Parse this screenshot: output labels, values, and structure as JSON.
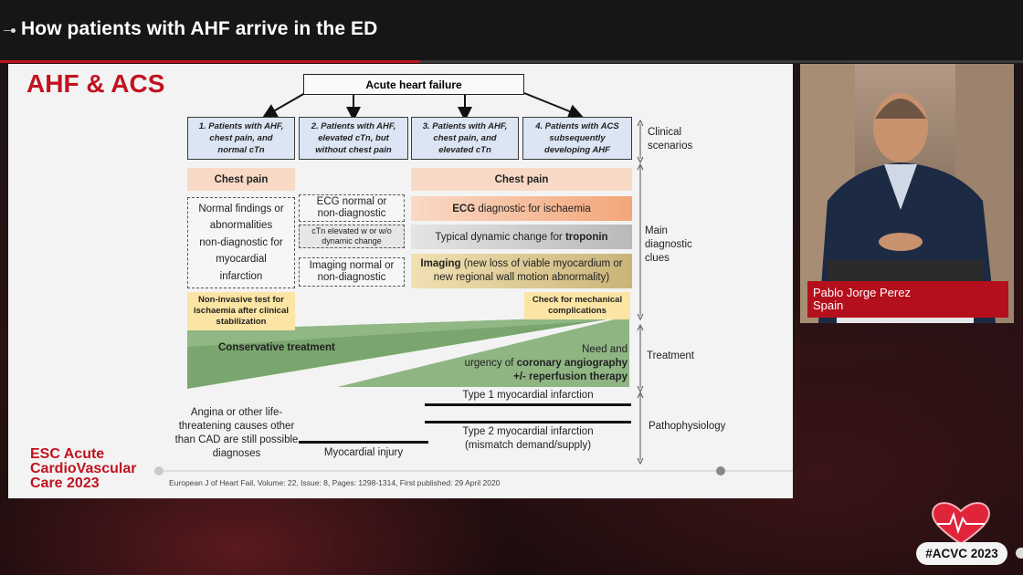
{
  "session": {
    "title": "How patients with AHF arrive in the ED"
  },
  "slide": {
    "title": "AHF & ACS",
    "top_box": "Acute heart failure",
    "scenarios": [
      [
        "1. Patients with AHF,",
        "chest pain, and",
        "normal cTn"
      ],
      [
        "2. Patients with AHF,",
        "elevated cTn, but",
        "without chest pain"
      ],
      [
        "3. Patients with AHF,",
        "chest pain, and",
        "elevated cTn"
      ],
      [
        "4. Patients with ACS",
        "subsequently",
        "developing AHF"
      ]
    ],
    "side_labels": {
      "clinical": [
        "Clinical",
        "scenarios"
      ],
      "diagnostic": [
        "Main",
        "diagnostic",
        "clues"
      ],
      "treatment": "Treatment",
      "pathophysiology": "Pathophysiology"
    },
    "chest_pain_left": "Chest pain",
    "chest_pain_right": "Chest pain",
    "normal_findings": [
      "Normal findings or",
      "abnormalities",
      "non-diagnostic for",
      "myocardial",
      "infarction"
    ],
    "ecg_normal": [
      "ECG normal or",
      "non-diagnostic"
    ],
    "ctn_elevated": [
      "cTn elevated w or w/o",
      "dynamic change"
    ],
    "imaging_normal": [
      "Imaging normal or",
      "non-diagnostic"
    ],
    "ecg_diag_bold": "ECG",
    "ecg_diag_rest": " diagnostic for ischaemia",
    "troponin_pre": "Typical dynamic change for ",
    "troponin_bold": "troponin",
    "imaging_bold": "Imaging",
    "imaging_line1_rest": " (new loss of viable myocardium or",
    "imaging_line2": "new regional wall motion abnormality)",
    "noninvasive": [
      "Non-invasive test for",
      "ischaemia after clinical",
      "stabilization"
    ],
    "mechanical": [
      "Check for mechanical",
      "complications"
    ],
    "conservative": "Conservative treatment",
    "need_line1": "Need and",
    "need_line2_pre": "urgency of ",
    "need_line2_bold": "coronary angiography",
    "need_line3": "+/- reperfusion therapy",
    "angina": [
      "Angina or other life-",
      "threatening causes other",
      "than CAD are still possible",
      "diagnoses"
    ],
    "myocardial_injury": "Myocardial injury",
    "type1": "Type 1 myocardial infarction",
    "type2": [
      "Type 2 myocardial infarction",
      "(mismatch demand/supply)"
    ],
    "logo": [
      "ESC Acute",
      "CardioVascular",
      "Care 2023"
    ],
    "citation": "European J of Heart Fail, Volume: 22, Issue: 8, Pages: 1298-1314, First published: 29 April 2020"
  },
  "speaker": {
    "name": "Pablo Jorge Perez",
    "country": "Spain"
  },
  "hashtag": "#ACVC 2023",
  "colors": {
    "accent": "#c1121f",
    "name_plate": "#b40f1c",
    "scenario_fill": "#dbe5f3",
    "treatment_green": "#6e9a63"
  }
}
